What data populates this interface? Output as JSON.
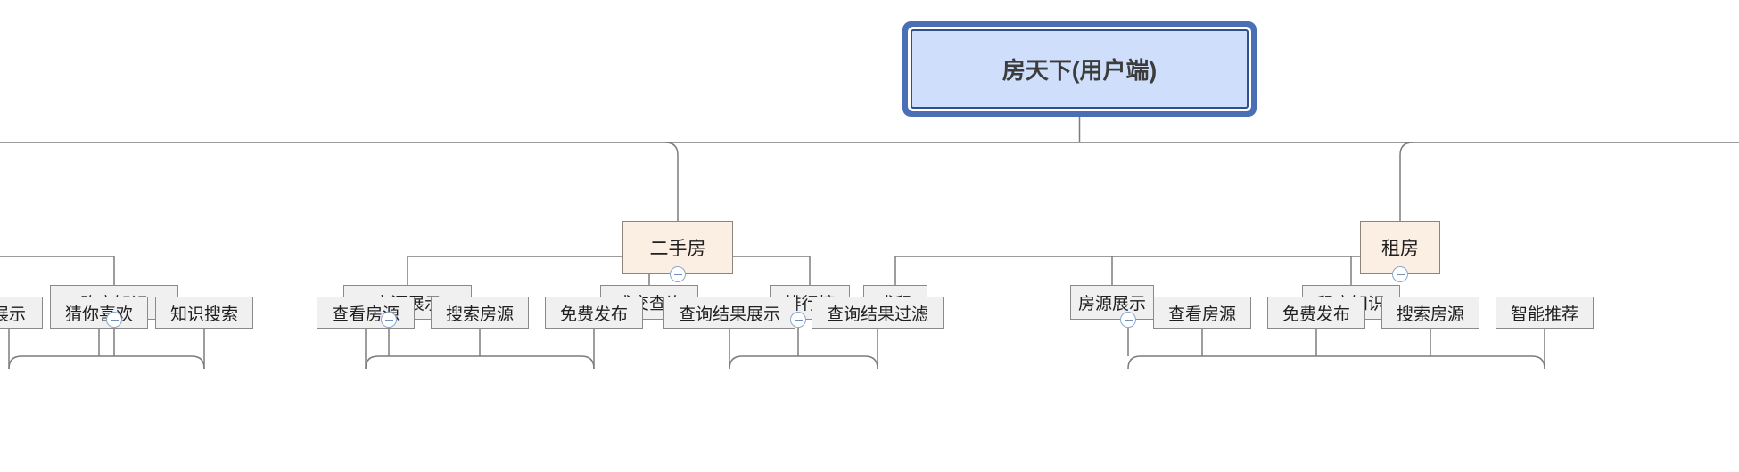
{
  "diagram": {
    "type": "mindmap-tree",
    "title": "房天下(用户端)",
    "orientation": "top-down",
    "colors": {
      "root_fill": "#cfdffb",
      "root_border": "#2f4f8f",
      "root_halo": "#4a6fb5",
      "level2_fill": "#fbeee3",
      "level2_border": "#8c857c",
      "node_fill": "#f0f0f0",
      "node_border": "#8a8a8a",
      "connector": "#7c7c7c",
      "toggle_border": "#8aa7cf",
      "canvas": "#ffffff"
    }
  },
  "root": {
    "label": "房天下(用户端)"
  },
  "branches": [
    {
      "label": "二手房",
      "collapse_toggle": "minus",
      "children": [
        {
          "label": "房源展示",
          "collapse_toggle": "minus",
          "children": [
            {
              "label": "查看房源"
            },
            {
              "label": "搜索房源"
            },
            {
              "label": "免费发布"
            }
          ]
        },
        {
          "label": "成交查询",
          "collapse_toggle": "minus",
          "children": [
            {
              "label": "查询结果展示"
            },
            {
              "label": "查询结果过滤"
            }
          ]
        },
        {
          "label": "排行榜",
          "children": []
        }
      ]
    },
    {
      "label": "租房",
      "collapse_toggle": "minus",
      "children": [
        {
          "label": "求租",
          "children": []
        },
        {
          "label": "房源展示",
          "collapse_toggle": "minus",
          "children": [
            {
              "label": "查看房源"
            },
            {
              "label": "免费发布"
            },
            {
              "label": "搜索房源"
            },
            {
              "label": "智能推荐"
            }
          ]
        },
        {
          "label": "租房知识",
          "children": []
        }
      ]
    }
  ],
  "offscreen_left": {
    "note": "partially visible nodes clipped by the left edge of the viewport",
    "level3": [
      {
        "label": "购房知识",
        "collapse_toggle": "minus"
      }
    ],
    "leaves": [
      {
        "label": "展示"
      },
      {
        "label": "猜你喜欢"
      },
      {
        "label": "知识搜索"
      }
    ]
  },
  "nodes_flat": {
    "root": "房天下(用户端)",
    "l2_a": "二手房",
    "l2_b": "租房",
    "l3_gou": "购房知识",
    "l3_fy1": "房源展示",
    "l3_cj": "成交查询",
    "l3_ph": "排行榜",
    "l3_qz": "求租",
    "l3_fy2": "房源展示",
    "l3_zz": "租房知识",
    "leaf_zs": "展示",
    "leaf_cn": "猜你喜欢",
    "leaf_zss": "知识搜索",
    "leaf_ckfy1": "查看房源",
    "leaf_ssfy1": "搜索房源",
    "leaf_mffb1": "免费发布",
    "leaf_cxjgzs": "查询结果展示",
    "leaf_cxjggl": "查询结果过滤",
    "leaf_ckfy2": "查看房源",
    "leaf_mffb2": "免费发布",
    "leaf_ssfy2": "搜索房源",
    "leaf_zntj": "智能推荐"
  }
}
